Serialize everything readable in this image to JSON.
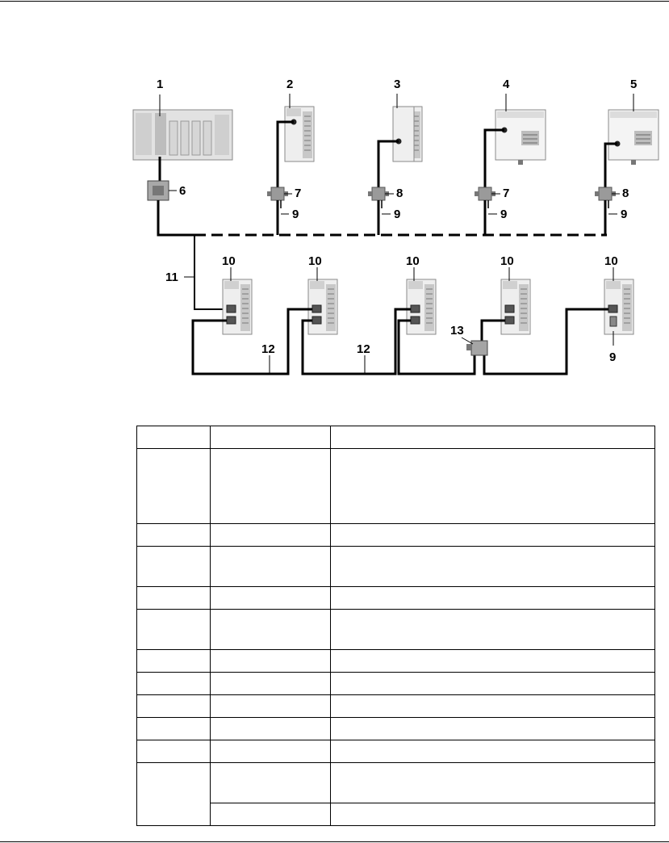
{
  "diagram": {
    "callouts": {
      "c1": "1",
      "c2": "2",
      "c3": "3",
      "c4": "4",
      "c5": "5",
      "c6": "6",
      "c7a": "7",
      "c7b": "7",
      "c8a": "8",
      "c8b": "8",
      "c9a": "9",
      "c9b": "9",
      "c9c": "9",
      "c9d": "9",
      "c9e": "9",
      "c10a": "10",
      "c10b": "10",
      "c10c": "10",
      "c10d": "10",
      "c10e": "10",
      "c11": "11",
      "c12a": "12",
      "c12b": "12",
      "c13": "13"
    }
  },
  "legend_table": {
    "rows": [
      {
        "cells": [
          "",
          "",
          ""
        ]
      },
      {
        "cells": [
          "",
          "",
          ""
        ]
      },
      {
        "cells": [
          "",
          "",
          ""
        ]
      },
      {
        "cells": [
          "",
          "",
          ""
        ]
      },
      {
        "cells": [
          "",
          "",
          ""
        ]
      },
      {
        "cells": [
          "",
          "",
          ""
        ]
      },
      {
        "cells": [
          "",
          "",
          ""
        ]
      },
      {
        "cells": [
          "",
          "",
          ""
        ]
      },
      {
        "cells": [
          "",
          "",
          ""
        ]
      },
      {
        "cells": [
          "",
          "",
          ""
        ]
      },
      {
        "cells": [
          "",
          "",
          ""
        ]
      },
      {
        "cells": [
          "",
          "",
          ""
        ]
      },
      {
        "cells": [
          "",
          ""
        ]
      }
    ]
  }
}
